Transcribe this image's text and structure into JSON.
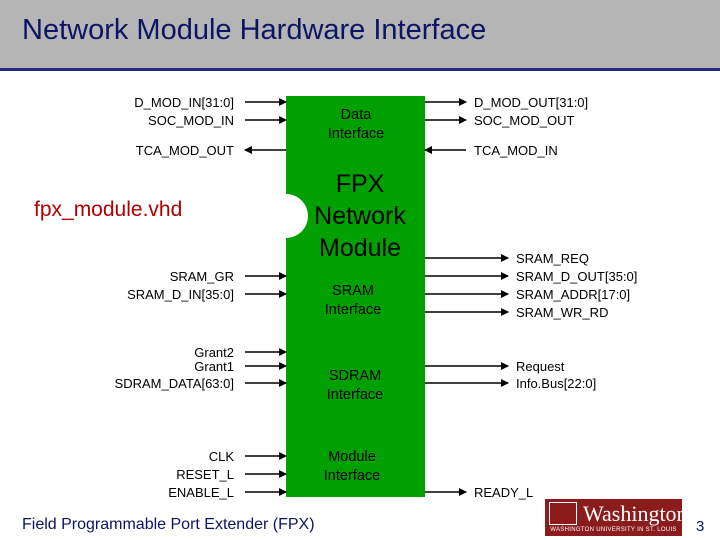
{
  "title": "Network Module Hardware Interface",
  "module_file": "fpx_module.vhd",
  "module": {
    "name_lines": [
      "FPX",
      "Network",
      "Module"
    ],
    "sections": {
      "data": [
        "Data",
        "Interface"
      ],
      "sram": [
        "SRAM",
        "Interface"
      ],
      "sdram": [
        "SDRAM",
        "Interface"
      ],
      "module_if": [
        "Module",
        "Interface"
      ]
    }
  },
  "signals": {
    "left": {
      "d_mod_in": "D_MOD_IN[31:0]",
      "soc_mod_in": "SOC_MOD_IN",
      "tca_mod_out": "TCA_MOD_OUT",
      "sram_gr": "SRAM_GR",
      "sram_d_in": "SRAM_D_IN[35:0]",
      "grant2": "Grant2",
      "grant1": "Grant1",
      "sdram_data": "SDRAM_DATA[63:0]",
      "clk": "CLK",
      "reset_l": "RESET_L",
      "enable_l": "ENABLE_L"
    },
    "right": {
      "d_mod_out": "D_MOD_OUT[31:0]",
      "soc_mod_out": "SOC_MOD_OUT",
      "tca_mod_in": "TCA_MOD_IN",
      "sram_req": "SRAM_REQ",
      "sram_d_out": "SRAM_D_OUT[35:0]",
      "sram_addr": "SRAM_ADDR[17:0]",
      "sram_wr_rd": "SRAM_WR_RD",
      "request": "Request",
      "info_bus": "Info.Bus[22:0]",
      "ready_l": "READY_L"
    }
  },
  "footer": "Field Programmable Port Extender (FPX)",
  "logo": {
    "text": "Washington",
    "subtext": "WASHINGTON UNIVERSITY IN ST. LOUIS"
  },
  "page_number": "3",
  "colors": {
    "module_fill": "#00a000",
    "title_text": "#0a1564",
    "vhd_text": "#b00000",
    "header_bg": "#b5b5b5",
    "logo_bg": "#8c1c1c"
  }
}
